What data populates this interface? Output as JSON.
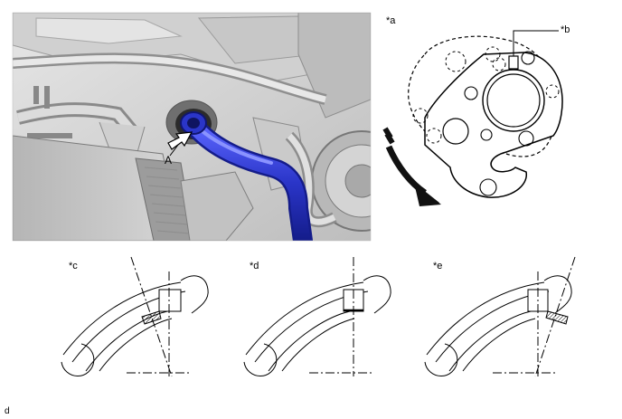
{
  "labels": {
    "a": "*a",
    "b": "*b",
    "c": "*c",
    "d": "*d",
    "e": "*e",
    "callout_A": "A",
    "footer": "d"
  },
  "colors": {
    "hose_blue": "#2a35c8",
    "hose_blue_dark": "#141c8a",
    "photo_bg": "#d9d9d9",
    "arrow_black": "#111111"
  }
}
